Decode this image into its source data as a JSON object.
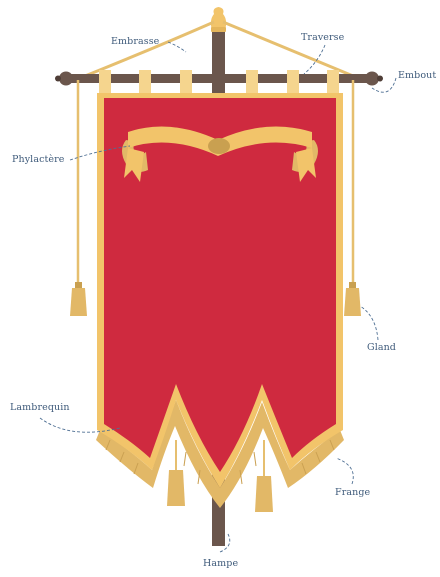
{
  "diagram": {
    "labels": {
      "embrasse": "Embrasse",
      "traverse": "Traverse",
      "embout": "Embout",
      "phylactere": "Phylactère",
      "gland": "Gland",
      "lambrequin": "Lambrequin",
      "frange": "Frange",
      "hampe": "Hampe"
    }
  },
  "colors": {
    "banner_red": "#cf2a3f",
    "gold": "#f2c46a",
    "gold_light": "#f5d58e",
    "gold_dark": "#c9a050",
    "wood": "#6b564c",
    "wood_dark": "#4f3e37",
    "label_text": "#3e5a7a",
    "leader_line": "#4e6f93"
  }
}
